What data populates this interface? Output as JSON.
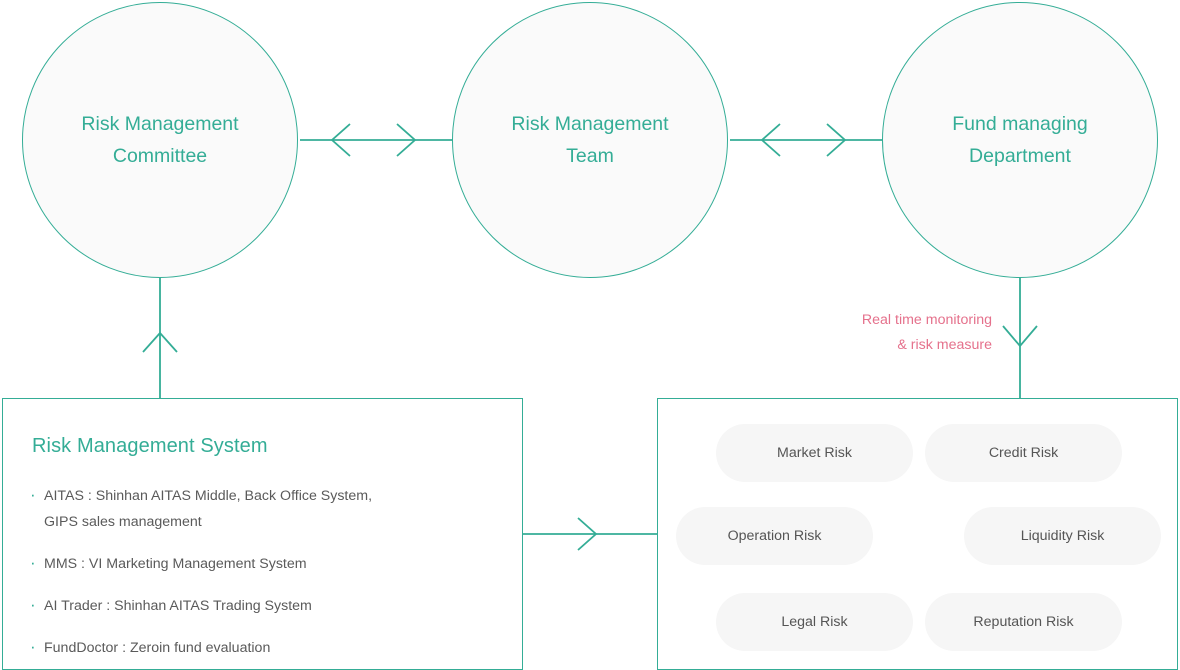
{
  "colors": {
    "teal": "#34ad96",
    "pink": "#e5718c",
    "pill_bg": "#f6f6f6",
    "circle_bg": "#fafafa",
    "body_text": "#5a5a5a"
  },
  "nodes": {
    "committee": {
      "line1": "Risk Management",
      "line2": "Committee"
    },
    "team": {
      "line1": "Risk Management",
      "line2": "Team"
    },
    "fund": {
      "line1": "Fund managing",
      "line2": "Department"
    }
  },
  "system_panel": {
    "title": "Risk Management System",
    "bullets": [
      "AITAS : Shinhan AITAS Middle, Back Office System,\nGIPS sales management",
      "MMS : VI Marketing Management System",
      "AI Trader :  Shinhan AITAS Trading System",
      "FundDoctor : Zeroin fund evaluation"
    ],
    "bullet_glyph": "·"
  },
  "risk_panel": {
    "pills": [
      {
        "id": "market",
        "label": "Market Risk"
      },
      {
        "id": "credit",
        "label": "Credit Risk"
      },
      {
        "id": "operation",
        "label": "Operation Risk"
      },
      {
        "id": "liquidity",
        "label": "Liquidity Risk"
      },
      {
        "id": "legal",
        "label": "Legal Risk"
      },
      {
        "id": "reputation",
        "label": "Reputation Risk"
      }
    ]
  },
  "annotation": {
    "line1": "Real time monitoring",
    "line2": "& risk measure"
  },
  "connectors": [
    {
      "name": "committee-team-bidirectional",
      "kind": "double-chevron-horizontal"
    },
    {
      "name": "team-fund-bidirectional",
      "kind": "double-chevron-horizontal"
    },
    {
      "name": "system-to-committee-up",
      "kind": "chevron-up"
    },
    {
      "name": "fund-to-risks-down",
      "kind": "chevron-down"
    },
    {
      "name": "system-to-risks-right",
      "kind": "chevron-right"
    }
  ]
}
